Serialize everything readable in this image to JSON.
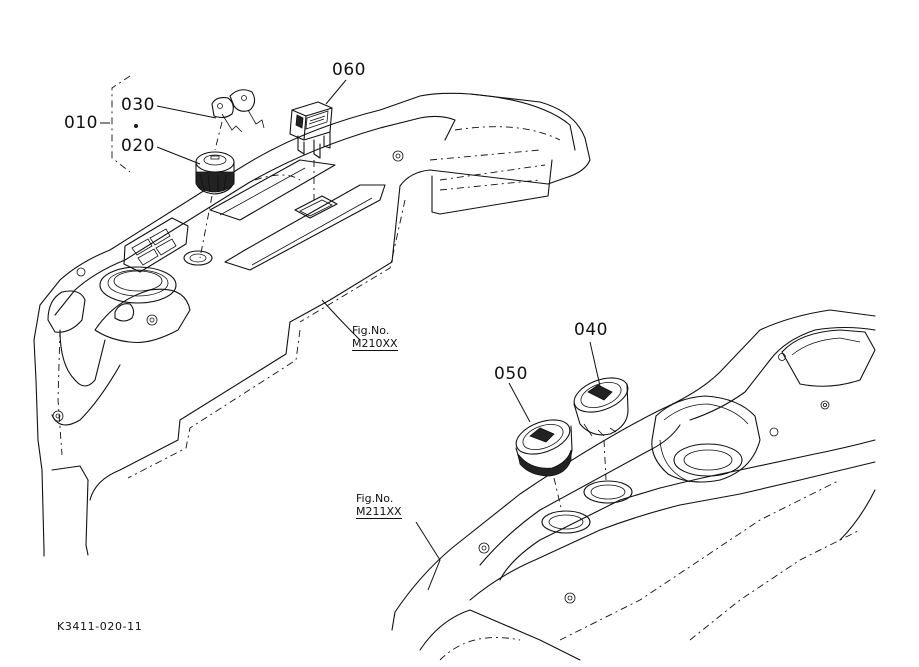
{
  "callouts": {
    "c010": "010",
    "c030": "030",
    "c020": "020",
    "c060": "060",
    "c040": "040",
    "c050": "050"
  },
  "figure_refs": [
    {
      "label": "Fig.No.",
      "number": "M210XX"
    },
    {
      "label": "Fig.No.",
      "number": "M211XX"
    }
  ],
  "drawing_code": "K3411-020-11"
}
